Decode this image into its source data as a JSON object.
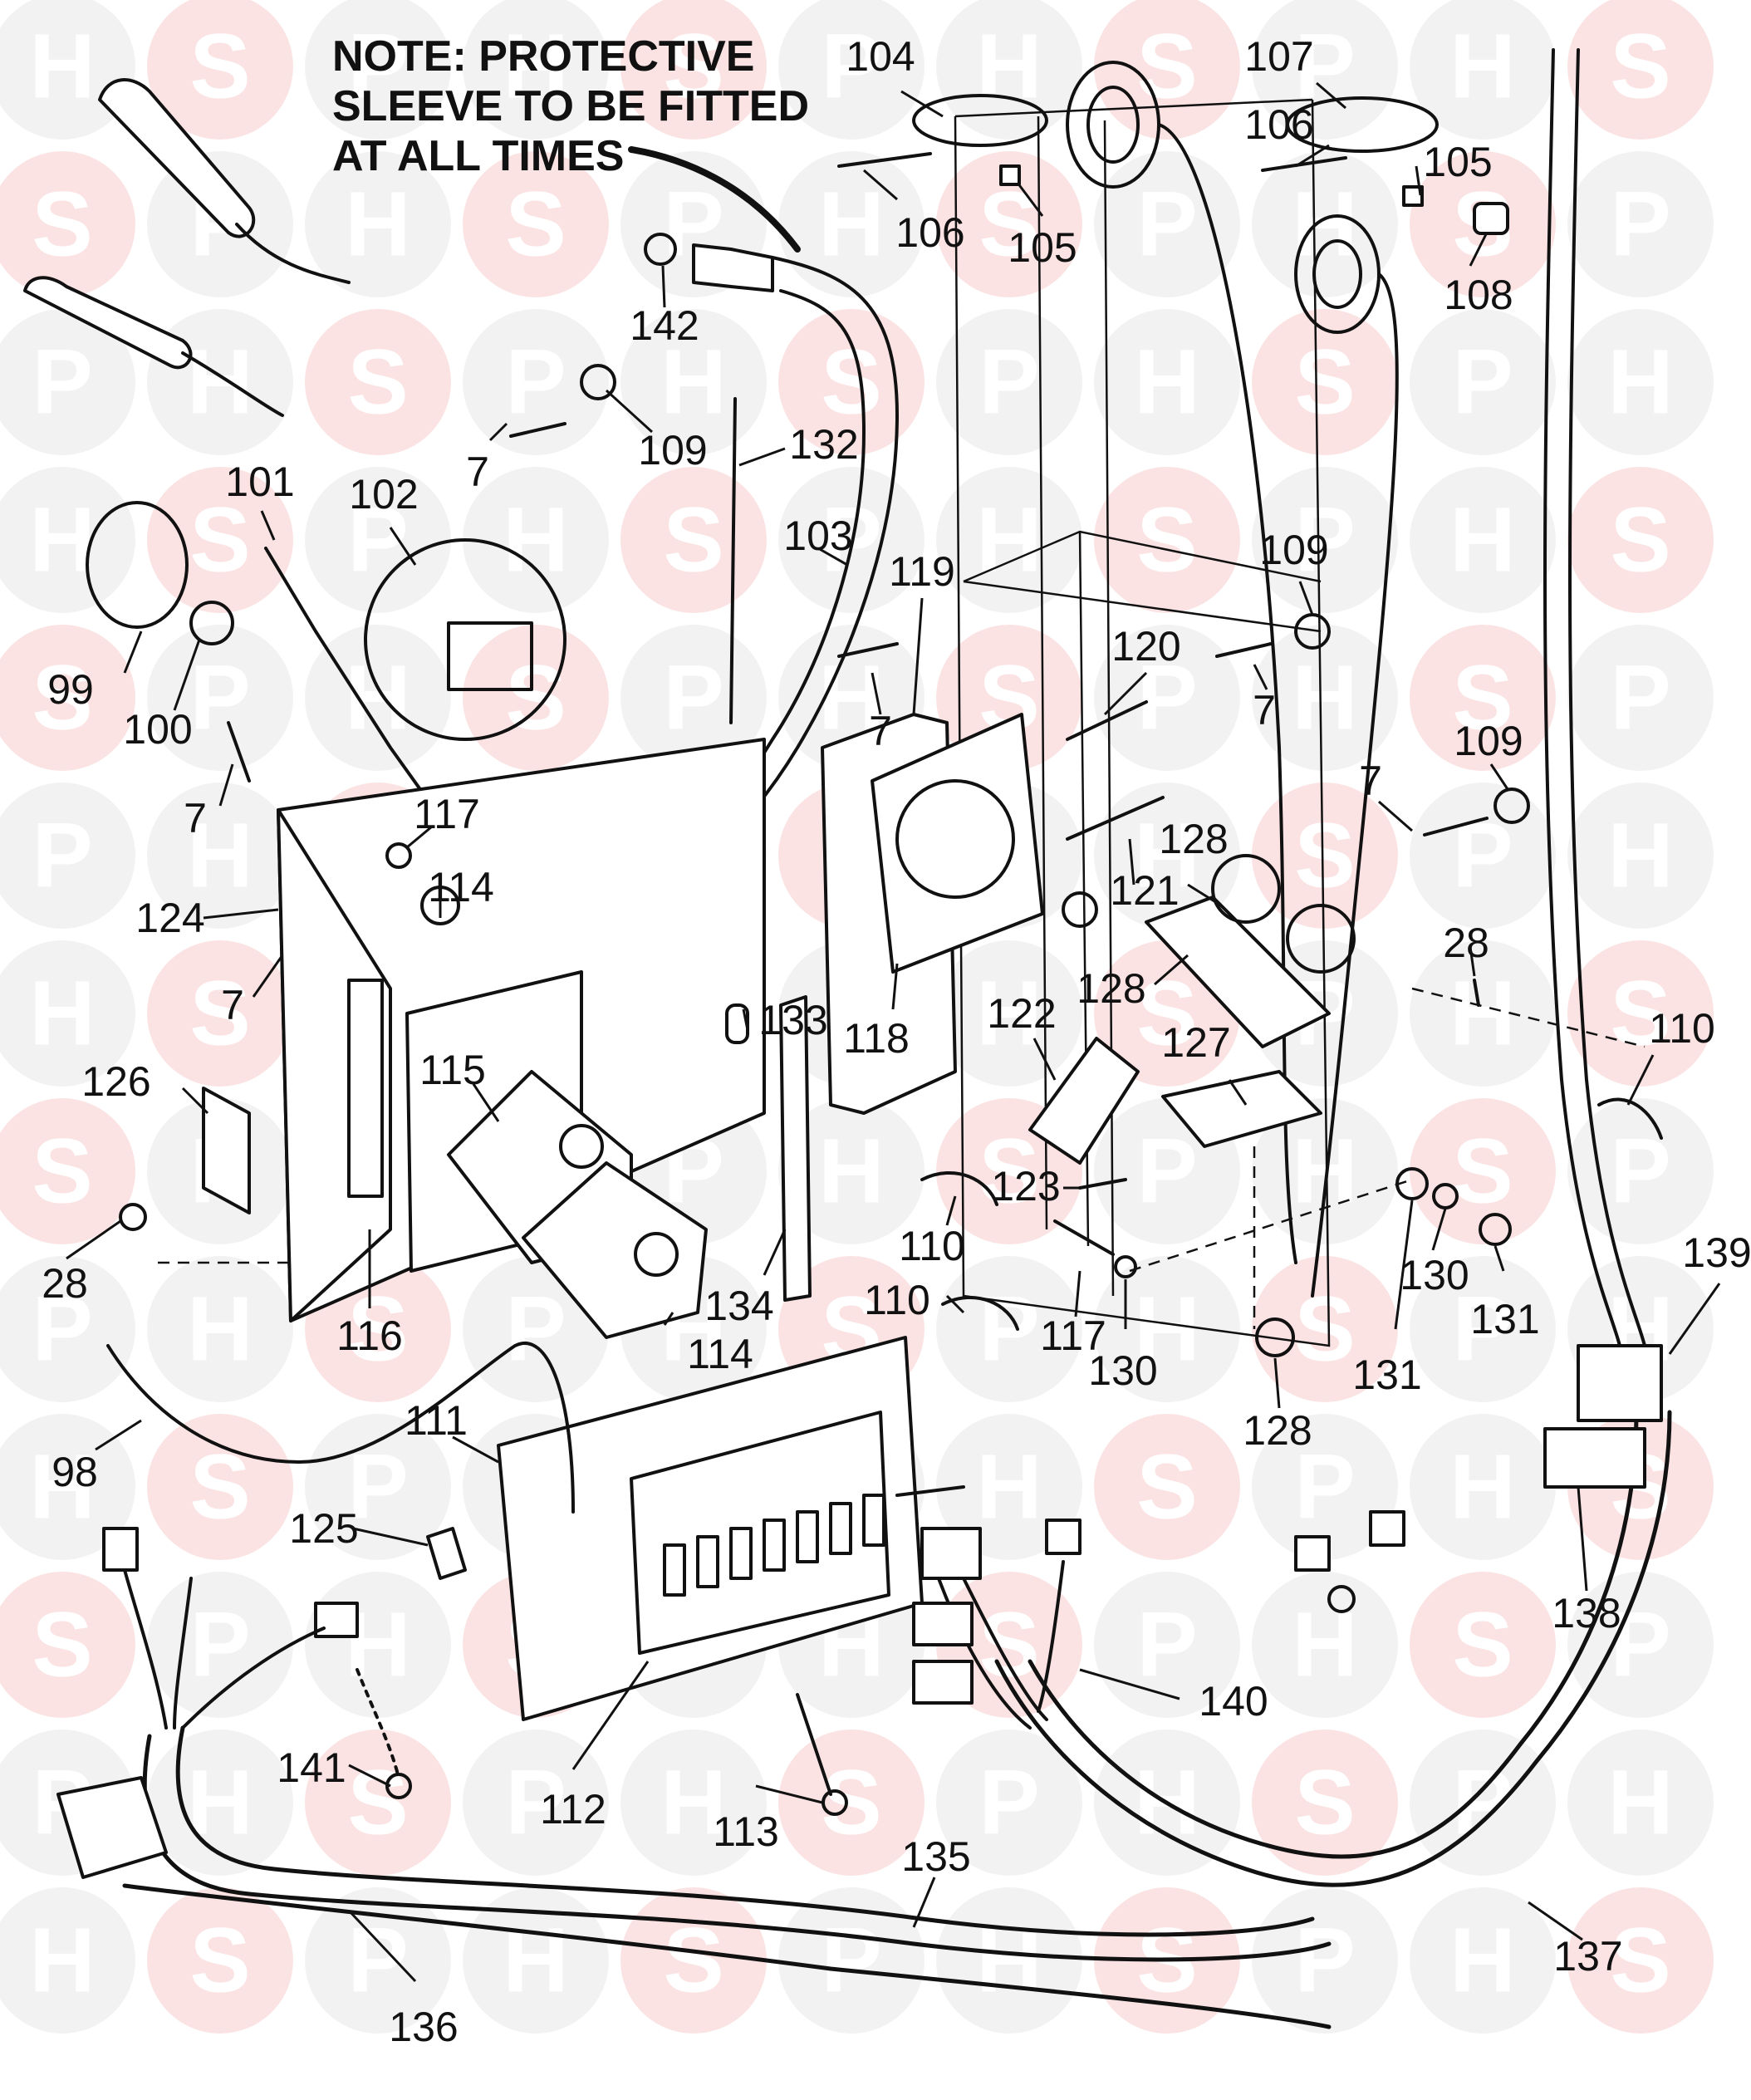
{
  "watermark": {
    "letters": [
      "H",
      "S",
      "P"
    ],
    "colors": {
      "grey": "#f2f2f2",
      "red": "#fbe3e3"
    }
  },
  "note": {
    "lines": [
      "NOTE: PROTECTIVE",
      "SLEEVE TO BE FITTED",
      "AT ALL TIMES"
    ]
  },
  "part_labels": [
    "104",
    "107",
    "106",
    "105",
    "106",
    "105",
    "108",
    "142",
    "109",
    "7",
    "132",
    "101",
    "102",
    "99",
    "100",
    "103",
    "119",
    "109",
    "7",
    "120",
    "7",
    "7",
    "117",
    "109",
    "7",
    "124",
    "114",
    "121",
    "128",
    "7",
    "128",
    "28",
    "133",
    "122",
    "110",
    "115",
    "126",
    "118",
    "127",
    "123",
    "110",
    "28",
    "116",
    "134",
    "110",
    "117",
    "130",
    "131",
    "139",
    "114",
    "130",
    "131",
    "128",
    "98",
    "111",
    "125",
    "138",
    "140",
    "141",
    "112",
    "113",
    "135",
    "137",
    "136"
  ]
}
